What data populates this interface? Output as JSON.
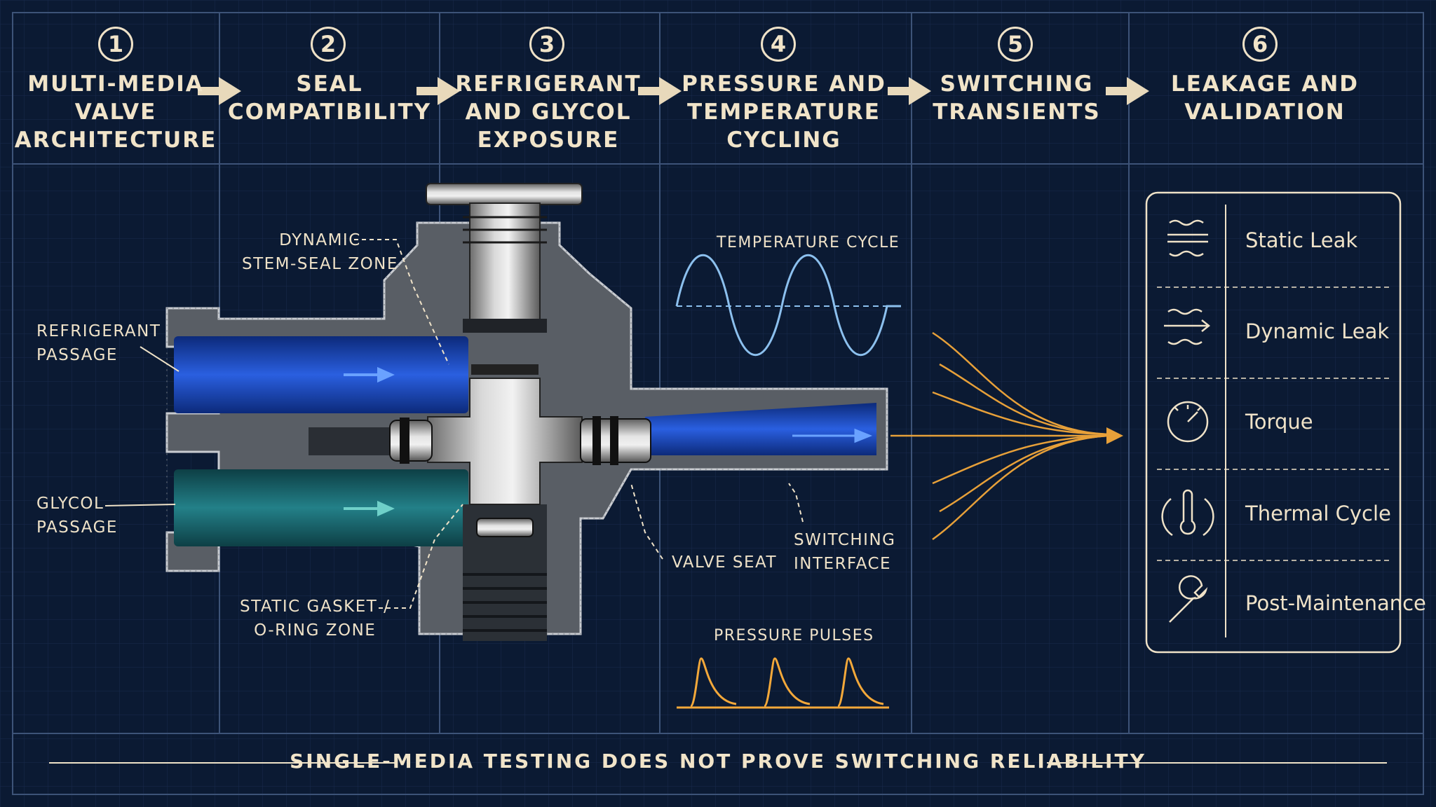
{
  "steps": [
    {
      "number": "1",
      "title": "MULTI-MEDIA\nVALVE\nARCHITECTURE"
    },
    {
      "number": "2",
      "title": "SEAL\nCOMPATIBILITY"
    },
    {
      "number": "3",
      "title": "REFRIGERANT\nAND GLYCOL\nEXPOSURE"
    },
    {
      "number": "4",
      "title": "PRESSURE AND\nTEMPERATURE\nCYCLING"
    },
    {
      "number": "5",
      "title": "SWITCHING\nTRANSIENTS"
    },
    {
      "number": "6",
      "title": "LEAKAGE AND\nVALIDATION"
    }
  ],
  "callouts": {
    "refrigerant_passage": "REFRIGERANT\nPASSAGE",
    "glycol_passage": "GLYCOL\nPASSAGE",
    "dynamic_stem_seal": "DYNAMIC\nSTEM-SEAL ZONE",
    "static_gasket": "STATIC GASKET /\nO-RING ZONE",
    "valve_seat": "VALVE SEAT",
    "switching_interface": "SWITCHING\nINTERFACE"
  },
  "charts": {
    "temperature_cycle": "TEMPERATURE CYCLE",
    "pressure_pulses": "PRESSURE PULSES"
  },
  "leak_items": [
    {
      "label": "Static Leak",
      "icon": "static-leak-icon"
    },
    {
      "label": "Dynamic Leak",
      "icon": "dynamic-leak-icon"
    },
    {
      "label": "Torque",
      "icon": "torque-gauge-icon"
    },
    {
      "label": "Thermal Cycle",
      "icon": "thermometer-cycle-icon"
    },
    {
      "label": "Post-Maintenance",
      "icon": "wrench-icon"
    }
  ],
  "banner": "SINGLE-MEDIA TESTING DOES NOT PROVE SWITCHING RELIABILITY",
  "colors": {
    "background": "#0b1a33",
    "accent_cream": "#efe2c8",
    "refrigerant_blue": "#1f4fc2",
    "glycol_teal": "#1b6e72",
    "switching_orange": "#f3a83a",
    "temperature_line": "#8cc0ee"
  }
}
